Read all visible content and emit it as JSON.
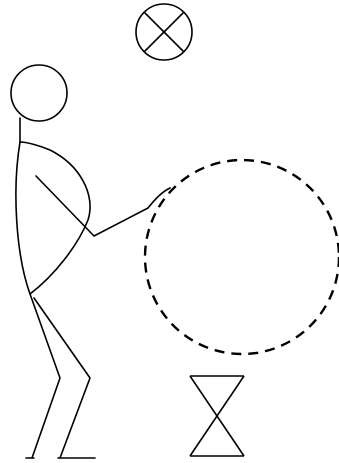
{
  "diagram": {
    "stroke_color": "#000000",
    "background_color": "#ffffff",
    "elements": [
      {
        "name": "x-circle-icon",
        "kind": "crossed-circle"
      },
      {
        "name": "stick-figure-person",
        "kind": "line-drawing"
      },
      {
        "name": "dashed-circle",
        "kind": "dashed-outline"
      },
      {
        "name": "hourglass-stand",
        "kind": "line-drawing"
      }
    ]
  }
}
